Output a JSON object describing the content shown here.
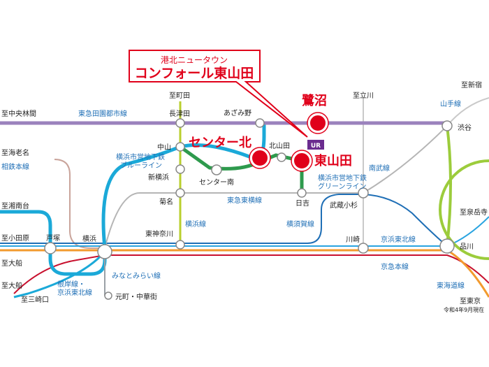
{
  "callout": {
    "subtitle": "港北ニュータウン",
    "title": "コンフォール東山田"
  },
  "highlight_stations": {
    "sagino": "鷺沼",
    "center_kita": "センター北",
    "higashi_yamata": "東山田"
  },
  "stations": {
    "nagatsuta": "長津田",
    "azamino": "あざみ野",
    "nakayama": "中山",
    "kitayamata": "北山田",
    "shin_yokohama": "新横浜",
    "center_minami": "センター南",
    "kikuna": "菊名",
    "hiyoshi": "日吉",
    "musashi_kosugi": "武蔵小杉",
    "shibuya": "渋谷",
    "higashi_kanagawa": "東神奈川",
    "totsuka": "戸塚",
    "yokohama": "横浜",
    "kawasaki": "川崎",
    "shinagawa": "品川",
    "motomachi": "元町・中華街"
  },
  "destinations": {
    "to_machida": "至町田",
    "to_tachikawa": "至立川",
    "to_shinjuku": "至新宿",
    "to_chuo_rinkan": "至中央林間",
    "to_ebina": "至海老名",
    "to_shonandai": "至湘南台",
    "to_odawara": "至小田原",
    "to_ofuna_1": "至大船",
    "to_ofuna_2": "至大船",
    "to_misakiguchi": "至三崎口",
    "to_sengakuji": "至泉岳寺",
    "to_tokyo": "至東京"
  },
  "lines": {
    "denentoshi": "東急田園都市線",
    "yamanote": "山手線",
    "blue_line_1": "横浜市営地下鉄",
    "blue_line_2": "ブルーライン",
    "green_line_1": "横浜市営地下鉄",
    "green_line_2": "グリーンライン",
    "nambu": "南武線",
    "sotetsu": "相鉄本線",
    "toyoko": "東急東横線",
    "yokohama_line": "横浜線",
    "yokosuka": "横須賀線",
    "keihin_tohoku": "京浜東北線",
    "keikyu": "京急本線",
    "minatomirai": "みなとみらい線",
    "negishi_1": "根岸線・",
    "negishi_2": "京浜東北線",
    "tokaido": "東海道線"
  },
  "logo": "UR",
  "footnote": "令和4年9月現在",
  "colors": {
    "denentoshi": "#9b82bd",
    "blue_line": "#1ba9d8",
    "green_line": "#2e9a4d",
    "toyoko": "#b5b5b5",
    "nambu": "#c9c9c9",
    "yokohama_line": "#b9cf2e",
    "yokosuka": "#1f6fb6",
    "keihin_tohoku": "#2aa4e0",
    "tokaido": "#f29a2e",
    "keikyu": "#c8102e",
    "sotetsu": "#c9a49b",
    "yamanote": "#9ccc3c",
    "accent_red": "#e0001a"
  }
}
